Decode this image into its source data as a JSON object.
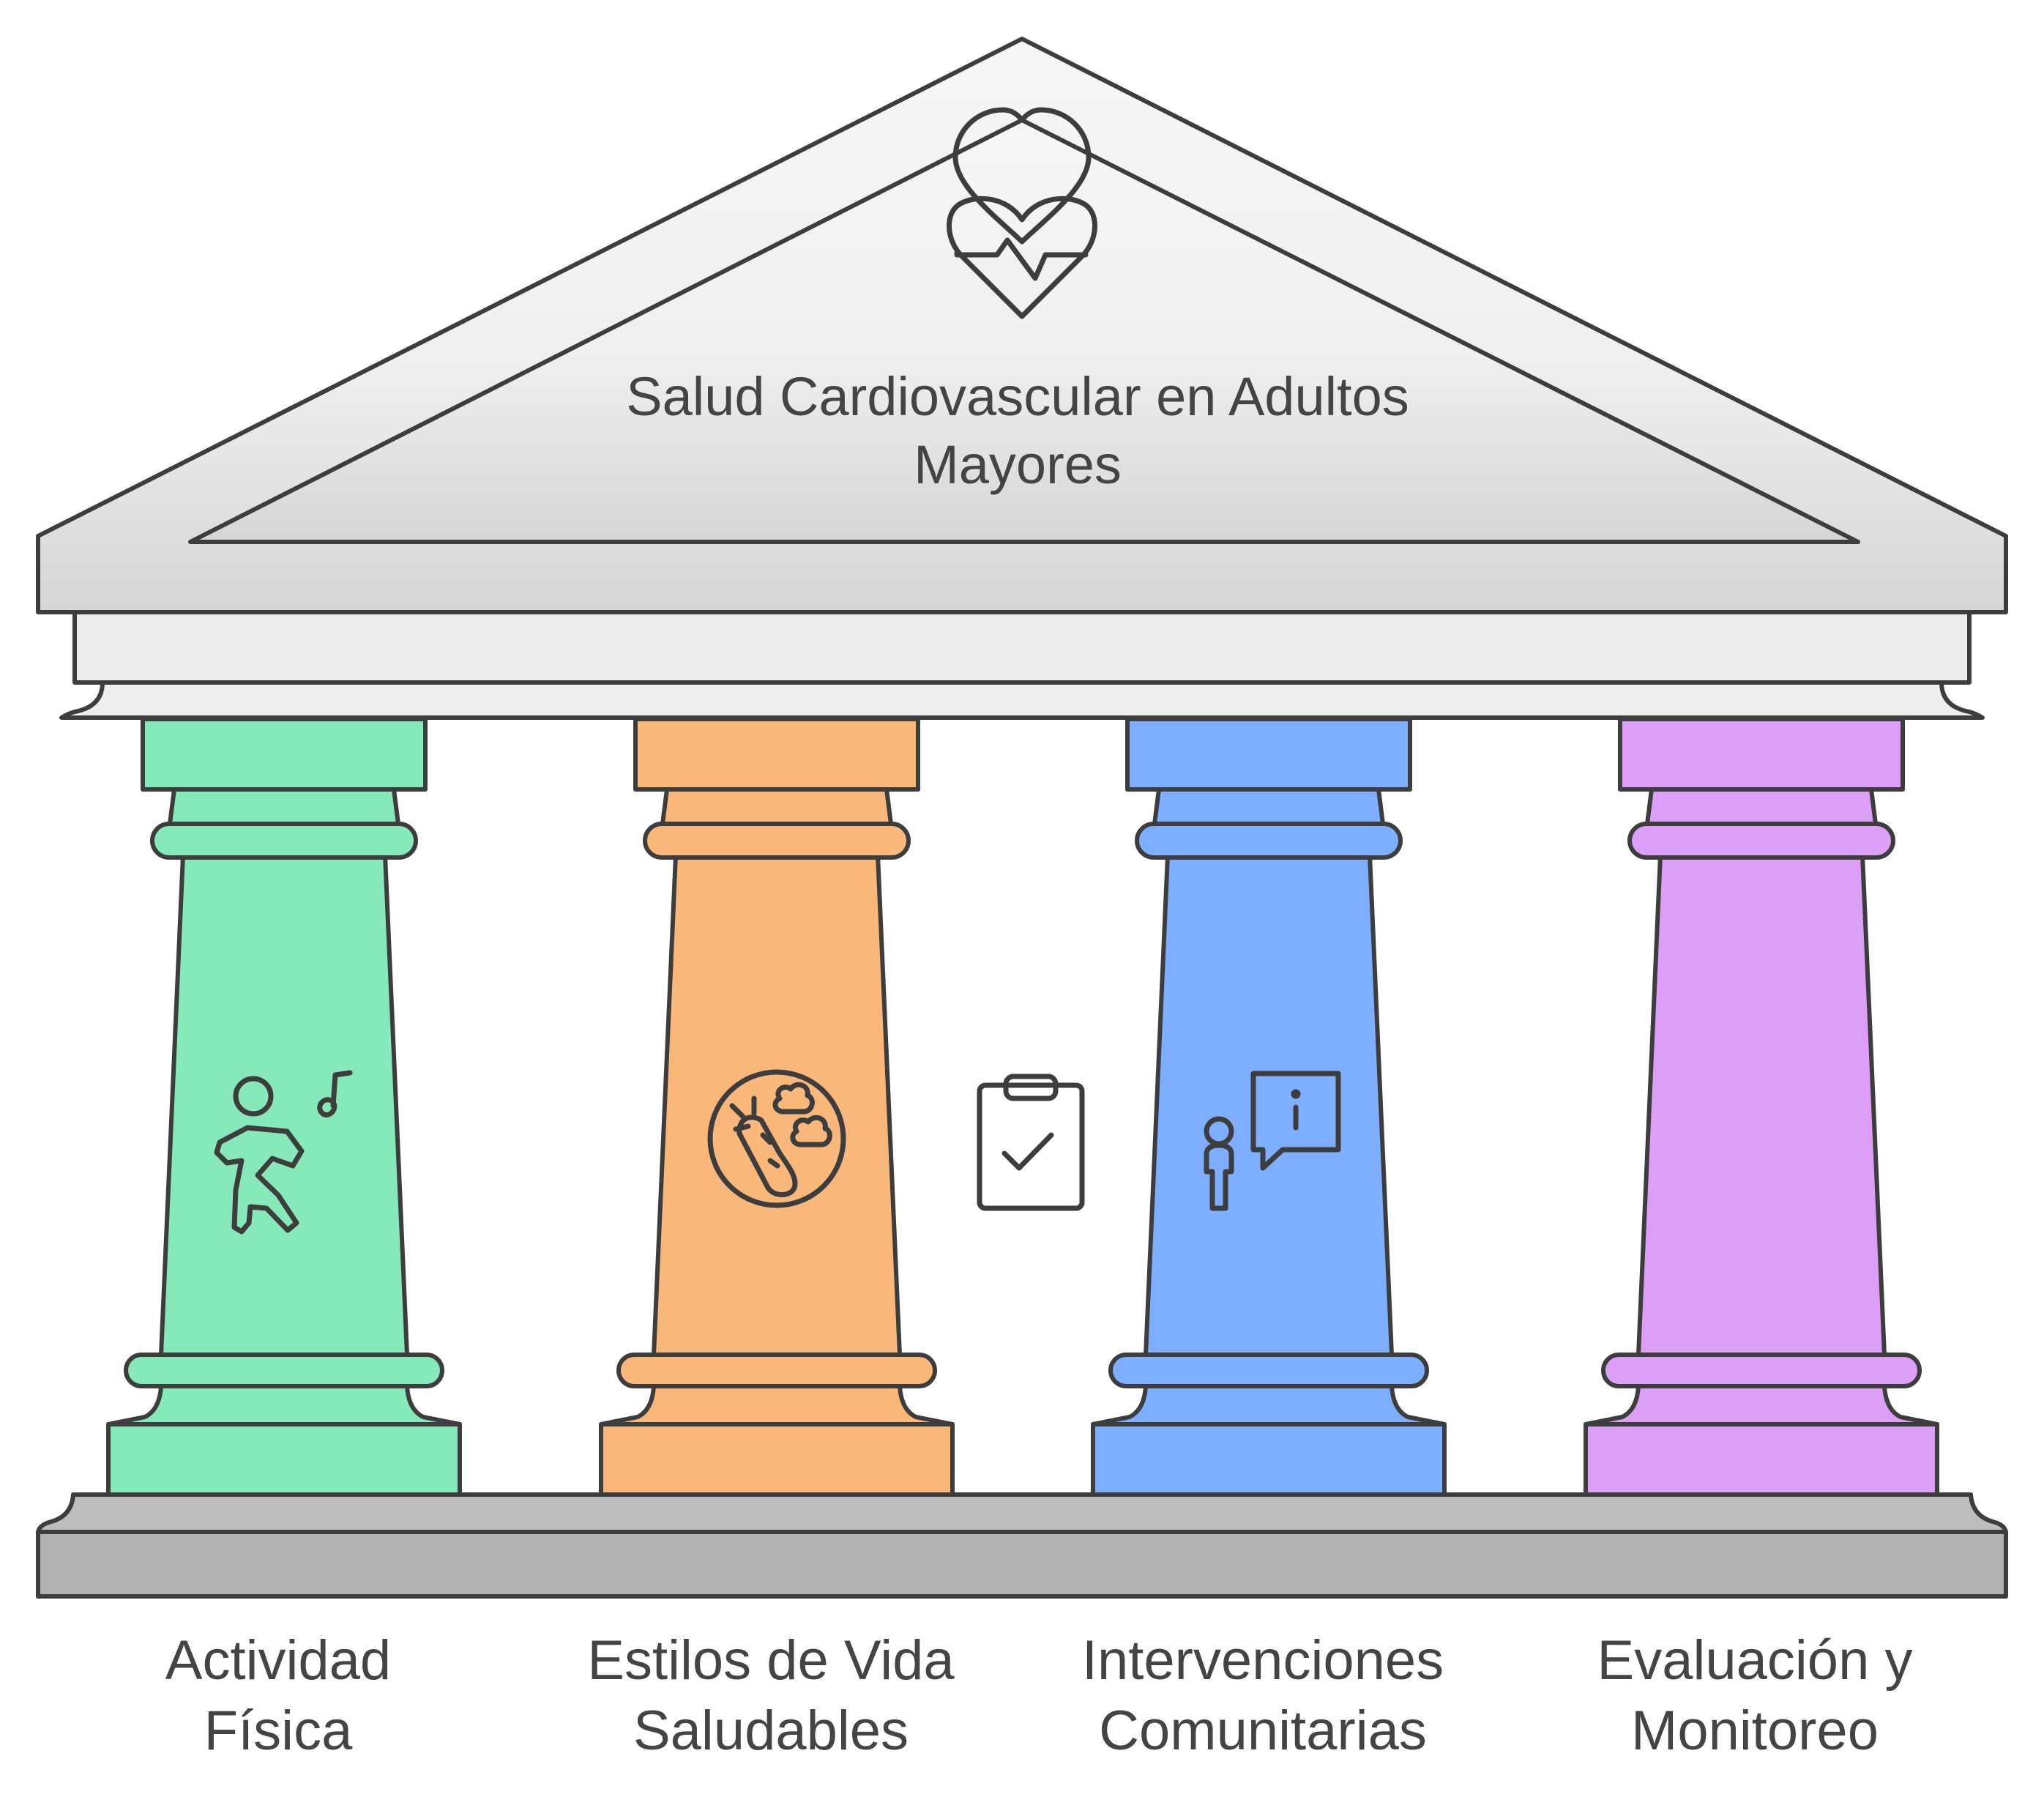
{
  "roof": {
    "title_line1": "Salud Cardiovascular en Adultos",
    "title_line2": "Mayores",
    "icon": "heart-pulse-icon"
  },
  "pillars": [
    {
      "line1": "Actividad",
      "line2": "Física",
      "icon": "person-dancing-music-icon",
      "color": "#86E9BA"
    },
    {
      "line1": "Estilos de Vida",
      "line2": "Saludables",
      "icon": "healthy-food-icon",
      "color": "#F9B77A"
    },
    {
      "line1": "Intervenciones",
      "line2": "Comunitarias",
      "icon": "person-info-speech-icon",
      "color": "#7DAEFF"
    },
    {
      "line1": "Evaluación y",
      "line2": "Monitoreo",
      "icon": "clipboard-check-icon",
      "color": "#DC9EF7"
    }
  ],
  "colors": {
    "stroke": "#3d3d3d",
    "roof_fill": "#eeeeee",
    "base_fill": "#b1b1b1",
    "text": "#444444"
  }
}
